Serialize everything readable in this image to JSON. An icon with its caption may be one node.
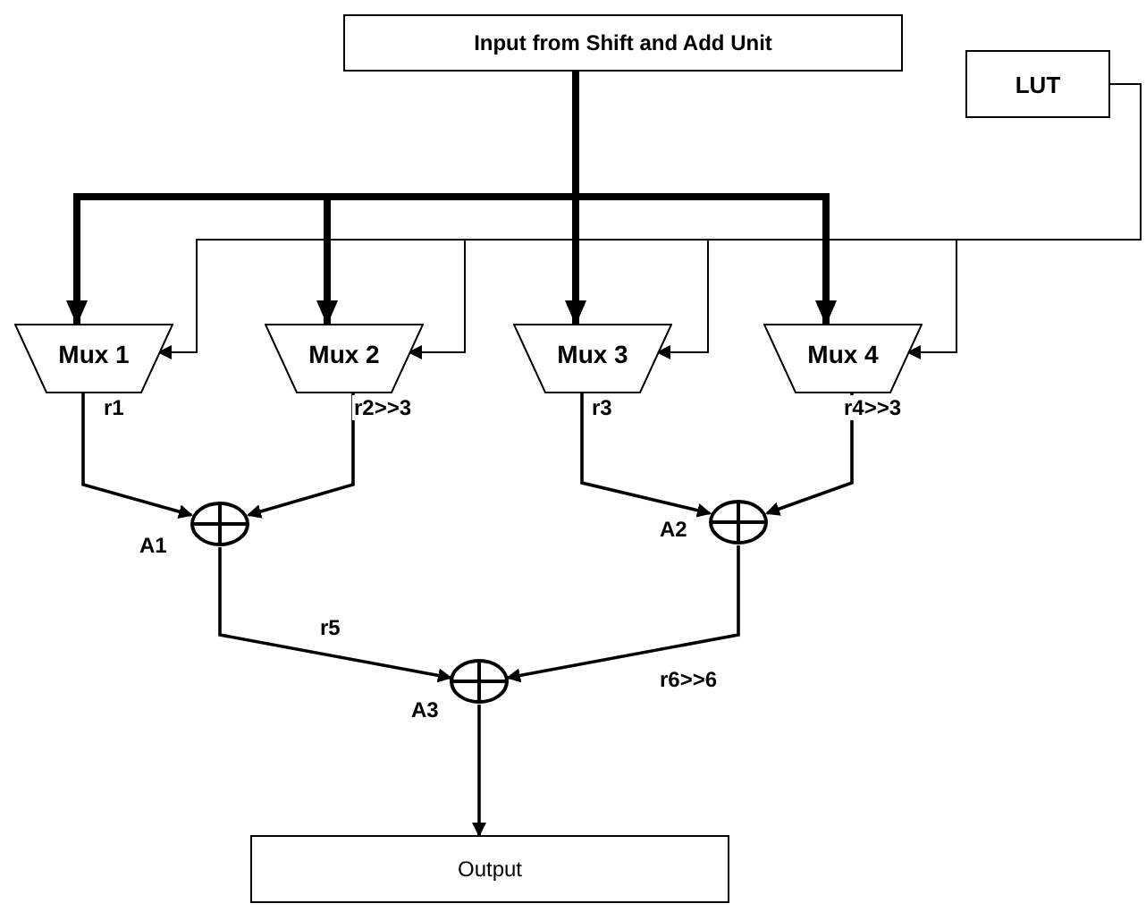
{
  "diagram": {
    "nodes": [
      {
        "text": [
          "Input from Shift and Add Unit"
        ]
      },
      {
        "text": [
          "LUT"
        ]
      },
      {
        "text": [
          "Mux 1"
        ]
      },
      {
        "text": [
          "Mux 2"
        ]
      },
      {
        "text": [
          "Mux 3"
        ]
      },
      {
        "text": [
          "Mux 4"
        ]
      },
      {
        "text": [],
        "shape": "circle",
        "beside": [
          "A1"
        ]
      },
      {
        "text": [],
        "shape": "circle",
        "beside": [
          "A2"
        ]
      },
      {
        "text": [],
        "shape": "circle",
        "beside": [
          "A3"
        ]
      },
      {
        "text": [
          "Output"
        ]
      }
    ],
    "edges": [
      {
        "from": 0,
        "to": 2,
        "arrow": "to",
        "style": "thick"
      },
      {
        "from": 0,
        "to": 3,
        "arrow": "to",
        "style": "thick"
      },
      {
        "from": 0,
        "to": 4,
        "arrow": "to",
        "style": "thick"
      },
      {
        "from": 0,
        "to": 5,
        "arrow": "to",
        "style": "thick"
      },
      {
        "from": 1,
        "to": 2,
        "arrow": "to"
      },
      {
        "from": 1,
        "to": 3,
        "arrow": "to"
      },
      {
        "from": 1,
        "to": 4,
        "arrow": "to"
      },
      {
        "from": 1,
        "to": 5,
        "arrow": "to"
      },
      {
        "from": 2,
        "to": 6,
        "arrow": "to",
        "label": "r1"
      },
      {
        "from": 3,
        "to": 6,
        "arrow": "to",
        "label": "r2>>3"
      },
      {
        "from": 4,
        "to": 7,
        "arrow": "to",
        "label": "r3"
      },
      {
        "from": 5,
        "to": 7,
        "arrow": "to",
        "label": "r4>>3"
      },
      {
        "from": 6,
        "to": 8,
        "arrow": "to",
        "label": "r5"
      },
      {
        "from": 7,
        "to": 8,
        "arrow": "to",
        "label": "r6>>6"
      },
      {
        "from": 8,
        "to": 9,
        "arrow": "to"
      }
    ]
  }
}
